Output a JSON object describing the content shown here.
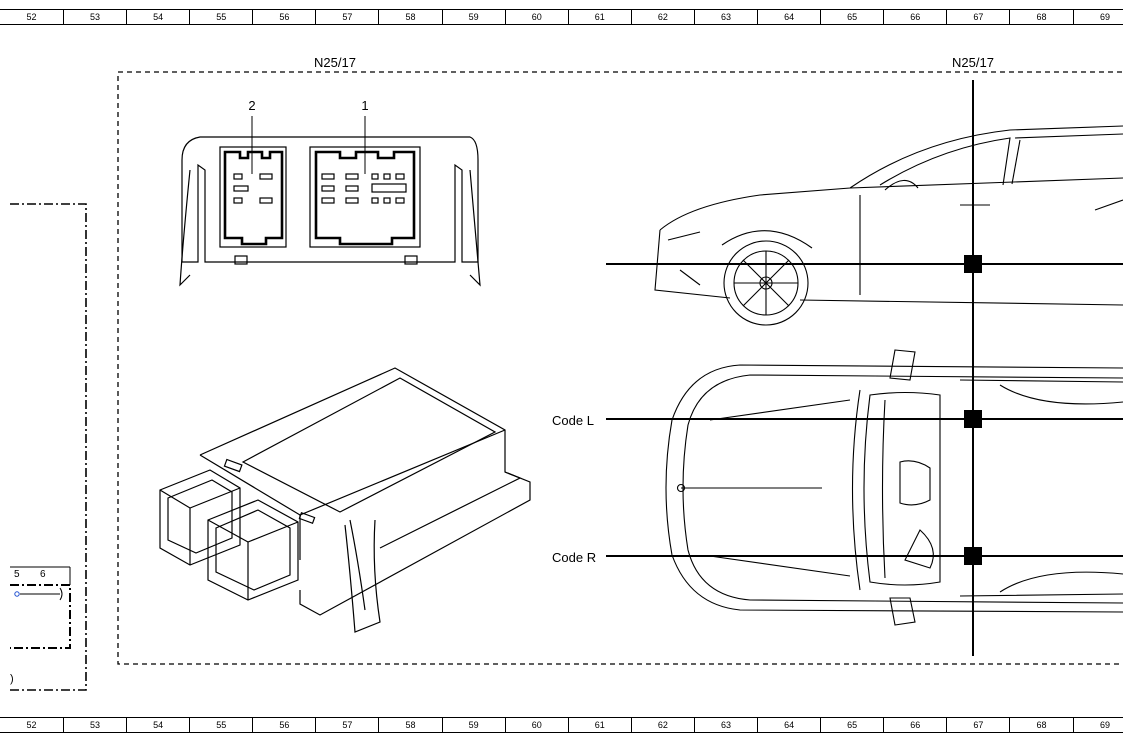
{
  "ruler": {
    "columns": [
      "52",
      "53",
      "54",
      "55",
      "56",
      "57",
      "58",
      "59",
      "60",
      "61",
      "62",
      "63",
      "64",
      "65",
      "66",
      "67",
      "68",
      "69"
    ]
  },
  "component": {
    "id_left": "N25/17",
    "id_right": "N25/17"
  },
  "connector": {
    "pin_label_1": "1",
    "pin_label_2": "2"
  },
  "locations": {
    "code_l": "Code L",
    "code_r": "Code R"
  },
  "left_fragment": {
    "pin_5": "5",
    "pin_6": "6",
    "paren": ")"
  }
}
